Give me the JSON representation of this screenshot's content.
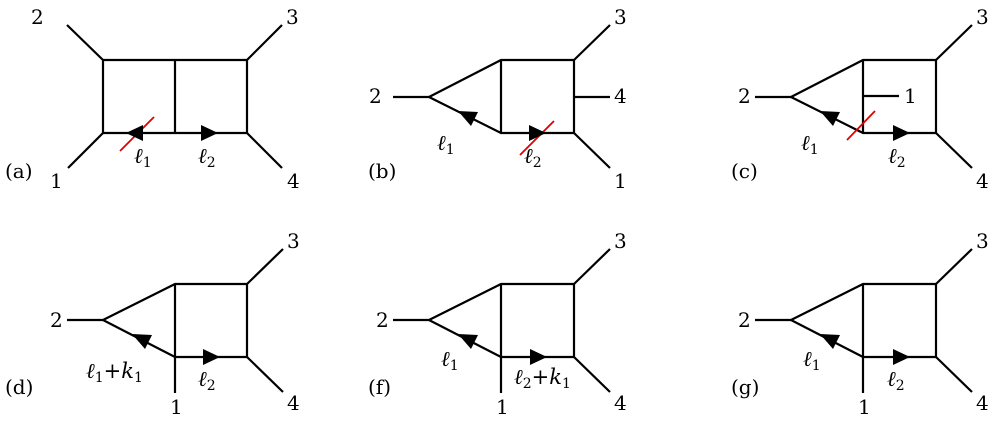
{
  "colors": {
    "line": "#000000",
    "cut": "#e00000"
  },
  "diagrams": [
    {
      "id": "a",
      "caption": "(a)",
      "externals": [
        "1",
        "2",
        "3",
        "4"
      ],
      "momenta": [
        {
          "base": "ℓ",
          "sub": "1",
          "extra": ""
        },
        {
          "base": "ℓ",
          "sub": "2",
          "extra": ""
        }
      ]
    },
    {
      "id": "b",
      "caption": "(b)",
      "externals": [
        "1",
        "2",
        "3",
        "4"
      ],
      "momenta": [
        {
          "base": "ℓ",
          "sub": "1",
          "extra": ""
        },
        {
          "base": "ℓ",
          "sub": "2",
          "extra": ""
        }
      ]
    },
    {
      "id": "c",
      "caption": "(c)",
      "externals": [
        "1",
        "2",
        "3",
        "4"
      ],
      "momenta": [
        {
          "base": "ℓ",
          "sub": "1",
          "extra": ""
        },
        {
          "base": "ℓ",
          "sub": "2",
          "extra": ""
        }
      ]
    },
    {
      "id": "d",
      "caption": "(d)",
      "externals": [
        "1",
        "2",
        "3",
        "4"
      ],
      "momenta": [
        {
          "base": "ℓ",
          "sub": "1",
          "extra": "+k",
          "extra_sub": "1"
        },
        {
          "base": "ℓ",
          "sub": "2",
          "extra": ""
        }
      ]
    },
    {
      "id": "f",
      "caption": "(f)",
      "externals": [
        "1",
        "2",
        "3",
        "4"
      ],
      "momenta": [
        {
          "base": "ℓ",
          "sub": "1",
          "extra": ""
        },
        {
          "base": "ℓ",
          "sub": "2",
          "extra": "+k",
          "extra_sub": "1"
        }
      ]
    },
    {
      "id": "g",
      "caption": "(g)",
      "externals": [
        "1",
        "2",
        "3",
        "4"
      ],
      "momenta": [
        {
          "base": "ℓ",
          "sub": "1",
          "extra": ""
        },
        {
          "base": "ℓ",
          "sub": "2",
          "extra": ""
        }
      ]
    }
  ]
}
